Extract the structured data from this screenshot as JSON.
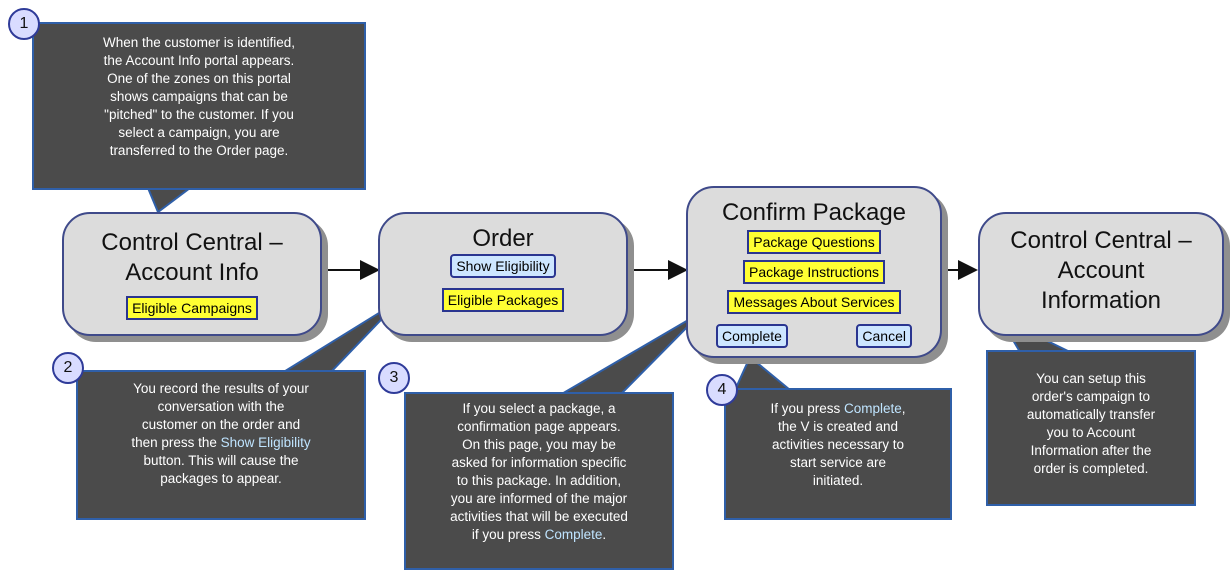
{
  "steps": [
    {
      "number": "1",
      "note_lines": [
        "When the customer is identified,",
        "the Account Info portal appears.",
        "One of the zones on this portal",
        "shows campaigns that can be",
        "\"pitched\" to the customer.  If you",
        "select a campaign, you are",
        "transferred to the Order page."
      ]
    },
    {
      "number": "2",
      "note_lines": [
        "You record the results of your",
        "conversation with the",
        "customer on the order and",
        "then press the ",
        "Show Eligibility",
        "button.  This will cause the",
        "packages to appear."
      ]
    },
    {
      "number": "3",
      "note_lines": [
        "If you select a package, a",
        "confirmation page appears.",
        "On this page, you may be",
        "asked for information specific",
        "to this package.  In addition,",
        "you are informed of the major",
        "activities that will be executed",
        "if you press ",
        "Complete",
        "."
      ]
    },
    {
      "number": "4",
      "note_lines": [
        "If you press ",
        "Complete",
        ",",
        "the V is created and",
        "activities necessary to",
        "start service are",
        "initiated."
      ]
    },
    {
      "number": "",
      "note_lines": [
        "You can setup this",
        "order's campaign to",
        "automatically transfer",
        "you to Account",
        "Information after the",
        "order is completed."
      ]
    }
  ],
  "boxes": {
    "control_central": {
      "title_lines": [
        "Control Central –",
        "Account Info"
      ],
      "chip": "Eligible Campaigns"
    },
    "order": {
      "title": "Order",
      "button": "Show Eligibility",
      "chip": "Eligible Packages"
    },
    "confirm": {
      "title": "Confirm Package",
      "chips": [
        "Package Questions",
        "Package Instructions",
        "Messages About Services"
      ],
      "buttons": [
        "Complete",
        "Cancel"
      ]
    },
    "account_information": {
      "title_lines": [
        "Control Central –",
        "Account",
        "Information"
      ]
    }
  },
  "colors": {
    "box_fill": "#dcdcdc",
    "box_border": "#3f4a8a",
    "note_fill": "#4b4b4b",
    "note_border": "#2f5fa8",
    "chip_fill": "#ffff33",
    "button_fill": "#cde6ff",
    "highlight_text": "#bfe4ff"
  }
}
